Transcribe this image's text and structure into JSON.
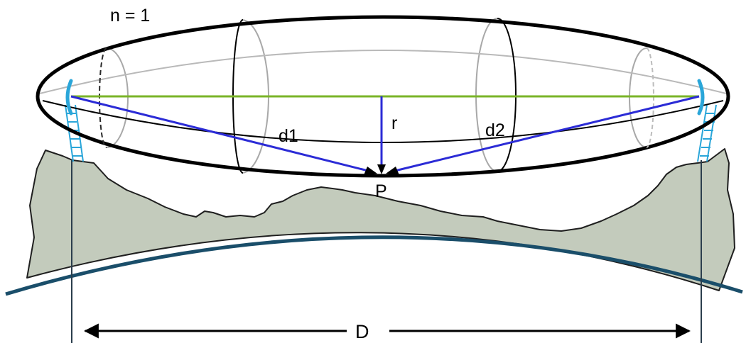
{
  "labels": {
    "zone_number": "n = 1",
    "d1": "d1",
    "d2": "d2",
    "r": "r",
    "point": "P",
    "distance": "D"
  },
  "colors": {
    "terrain_fill": "#c3cbbc",
    "terrain_stroke": "#1f1f1f",
    "earth_curve": "#1a4e6a",
    "line_of_sight": "#7ab428",
    "signal_paths": "#2b2bd6",
    "antenna": "#2aa6d9",
    "ellipsoid_outline": "#000000",
    "ellipsoid_section_faint": "#a8a8a8"
  },
  "icons": {
    "left_antenna": "antenna-dish-icon",
    "right_antenna": "antenna-dish-icon"
  }
}
